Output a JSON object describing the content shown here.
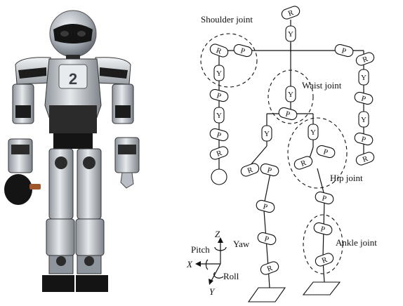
{
  "photo": {
    "chest_number": "2"
  },
  "diagram": {
    "callouts": {
      "shoulder": "Shoulder joint",
      "waist": "Waist joint",
      "hip": "Hip joint",
      "ankle": "Ankle joint"
    },
    "joint_symbols": {
      "yaw": "Y",
      "pitch": "P",
      "roll": "R"
    },
    "axes": {
      "z": "Z",
      "x": "X",
      "y": "Y",
      "yaw": "Yaw",
      "pitch": "Pitch",
      "roll": "Roll"
    }
  },
  "colors": {
    "line": "#111111",
    "robot_body": "#c8ccd2",
    "robot_dark": "#1a1a1a"
  }
}
